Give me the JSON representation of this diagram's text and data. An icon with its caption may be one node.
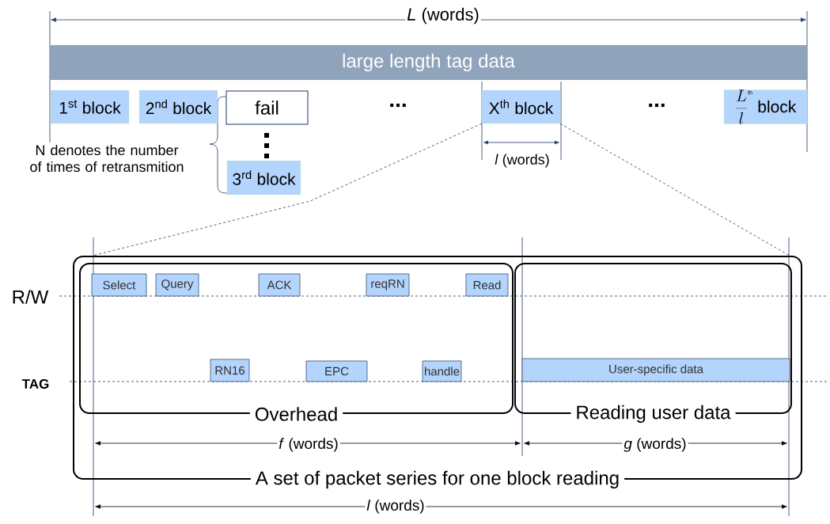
{
  "diagram": {
    "nodes": [
      {
        "text": [
          "large length tag data"
        ]
      },
      {
        "text": [
          "1$^{st}$ block"
        ]
      },
      {
        "text": [
          "2$^{nd}$ block"
        ]
      },
      {
        "text": [
          "fail"
        ]
      },
      {
        "text": [
          "3$^{rd}$ block"
        ]
      },
      {
        "text": [
          "X$^{th}$ block"
        ]
      },
      {
        "text": [
          "\\frac{L}{l}^{\\mbox{\\scriptsize th}}\\mbox{ block}"
        ]
      },
      {
        "text": [
          "A set of packet series for one block reading"
        ]
      },
      {
        "text": [
          "Overhead"
        ],
        "in": 7
      },
      {
        "text": [
          "Reading user data"
        ],
        "in": 7
      },
      {
        "text": [
          "Select"
        ],
        "in": 8
      },
      {
        "text": [
          "Query"
        ],
        "in": 8
      },
      {
        "text": [
          "ACK"
        ],
        "in": 8
      },
      {
        "text": [
          "reqRN"
        ],
        "in": 8
      },
      {
        "text": [
          "Read"
        ],
        "in": 8
      },
      {
        "text": [
          "RN16"
        ],
        "in": 8
      },
      {
        "text": [
          "EPC"
        ],
        "in": 8
      },
      {
        "text": [
          "handle"
        ],
        "in": 8
      },
      {
        "text": [
          "User-specific data"
        ],
        "in": 9
      }
    ],
    "edges": [
      {
        "from": 5,
        "to": 7,
        "arrow": "none",
        "style": "dashed"
      },
      {
        "from": 5,
        "to": 7,
        "arrow": "none",
        "style": "dashed"
      }
    ],
    "labels": [
      "*L* (words)",
      "...",
      "...",
      "N denotes the number of times of retransmition",
      "*l* (words)",
      "R/W",
      "TAG",
      "*f* (words)",
      "*g* (words)",
      "*l* (words)"
    ]
  }
}
